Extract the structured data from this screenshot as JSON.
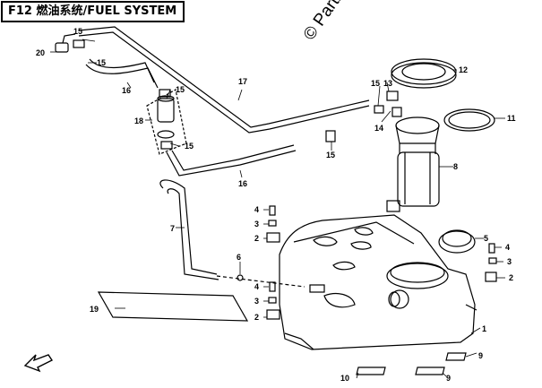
{
  "title": "F12 燃油系统/FUEL SYSTEM",
  "watermark": "© Partzilla",
  "callouts": {
    "c1": "1",
    "c2a": "2",
    "c2b": "2",
    "c2c": "2",
    "c3a": "3",
    "c3b": "3",
    "c3c": "3",
    "c4a": "4",
    "c4b": "4",
    "c4c": "4",
    "c5": "5",
    "c6": "6",
    "c7": "7",
    "c8": "8",
    "c9a": "9",
    "c9b": "9",
    "c10": "10",
    "c11": "11",
    "c12": "12",
    "c13": "13",
    "c14": "14",
    "c15a": "15",
    "c15b": "15",
    "c15c": "15",
    "c15d": "15",
    "c15e": "15",
    "c15f": "15",
    "c16a": "16",
    "c16b": "16",
    "c17": "17",
    "c18": "18",
    "c19": "19",
    "c20": "20"
  }
}
